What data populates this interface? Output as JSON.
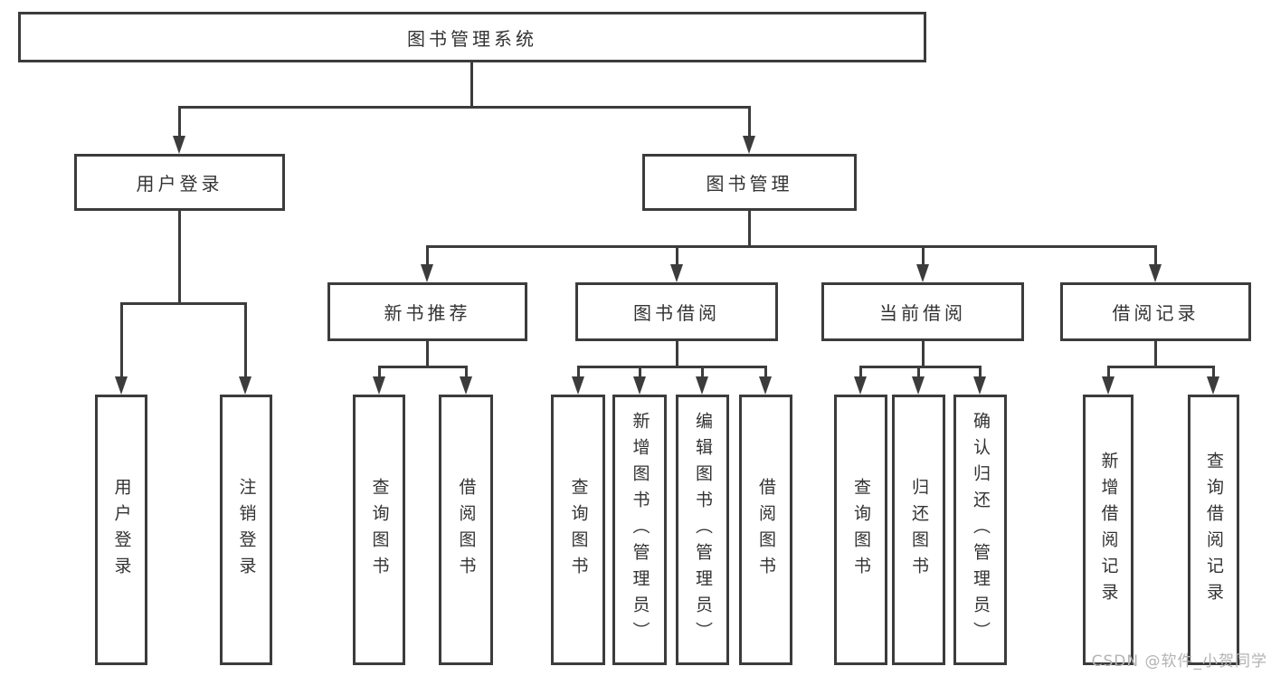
{
  "colors": {
    "line": "#3c3c3c",
    "text": "#333333",
    "box_bg": "#ffffff",
    "page_bg": "#ffffff",
    "watermark": "#b3b3b3"
  },
  "watermark": {
    "text": "CSDN @软件_小贺同学"
  },
  "tree": {
    "root": {
      "label": "图书管理系统",
      "children": [
        {
          "label": "用户登录",
          "children": [
            {
              "label": "用户登录"
            },
            {
              "label": "注销登录"
            }
          ]
        },
        {
          "label": "图书管理",
          "children": [
            {
              "label": "新书推荐",
              "children": [
                {
                  "label": "查询图书"
                },
                {
                  "label": "借阅图书"
                }
              ]
            },
            {
              "label": "图书借阅",
              "children": [
                {
                  "label": "查询图书"
                },
                {
                  "label": "新增图书（管理员）"
                },
                {
                  "label": "编辑图书（管理员）"
                },
                {
                  "label": "借阅图书"
                }
              ]
            },
            {
              "label": "当前借阅",
              "children": [
                {
                  "label": "查询图书"
                },
                {
                  "label": "归还图书"
                },
                {
                  "label": "确认归还（管理员）"
                }
              ]
            },
            {
              "label": "借阅记录",
              "children": [
                {
                  "label": "新增借阅记录"
                },
                {
                  "label": "查询借阅记录"
                }
              ]
            }
          ]
        }
      ]
    }
  }
}
